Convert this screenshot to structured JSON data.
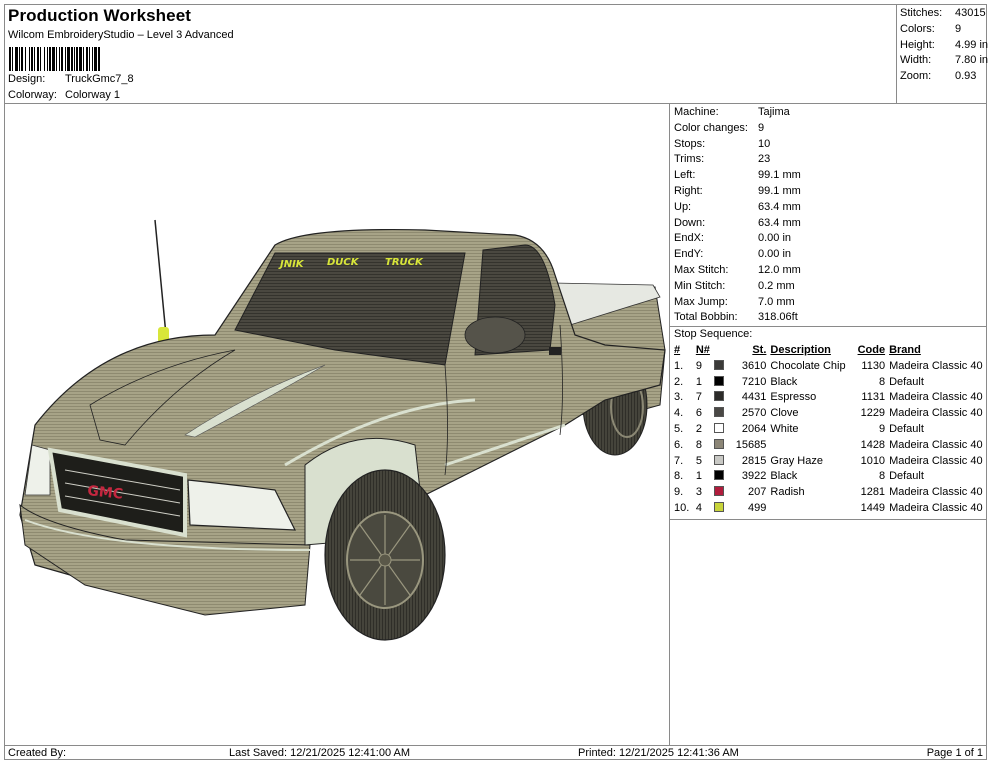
{
  "header": {
    "title": "Production Worksheet",
    "subtitle": "Wilcom EmbroideryStudio – Level 3 Advanced",
    "design_label": "Design:",
    "design_value": "TruckGmc7_8",
    "colorway_label": "Colorway:",
    "colorway_value": "Colorway 1"
  },
  "stats": {
    "stitches_label": "Stitches:",
    "stitches": "43015",
    "colors_label": "Colors:",
    "colors": "9",
    "height_label": "Height:",
    "height": "4.99 in",
    "width_label": "Width:",
    "width": "7.80 in",
    "zoom_label": "Zoom:",
    "zoom": "0.93"
  },
  "machine_info": [
    {
      "label": "Machine:",
      "value": "Tajima"
    },
    {
      "label": "Color changes:",
      "value": "9"
    },
    {
      "label": "Stops:",
      "value": "10"
    },
    {
      "label": "Trims:",
      "value": "23"
    },
    {
      "label": "Left:",
      "value": "99.1 mm"
    },
    {
      "label": "Right:",
      "value": "99.1 mm"
    },
    {
      "label": "Up:",
      "value": "63.4 mm"
    },
    {
      "label": "Down:",
      "value": "63.4 mm"
    },
    {
      "label": "EndX:",
      "value": "0.00 in"
    },
    {
      "label": "EndY:",
      "value": "0.00 in"
    },
    {
      "label": "Max Stitch:",
      "value": "12.0 mm"
    },
    {
      "label": "Min Stitch:",
      "value": "0.2 mm"
    },
    {
      "label": "Max Jump:",
      "value": "7.0 mm"
    },
    {
      "label": "Total Bobbin:",
      "value": "318.06ft"
    }
  ],
  "stop_sequence": {
    "title": "Stop Sequence:",
    "columns": {
      "idx": "#",
      "n": "N#",
      "st": "St.",
      "desc": "Description",
      "code": "Code",
      "brand": "Brand"
    },
    "rows": [
      {
        "idx": "1.",
        "n": "9",
        "color": "#3b3a38",
        "st": "3610",
        "desc": "Chocolate Chip",
        "code": "1130",
        "brand": "Madeira Classic 40"
      },
      {
        "idx": "2.",
        "n": "1",
        "color": "#000000",
        "st": "7210",
        "desc": "Black",
        "code": "8",
        "brand": "Default"
      },
      {
        "idx": "3.",
        "n": "7",
        "color": "#2c2b29",
        "st": "4431",
        "desc": "Espresso",
        "code": "1131",
        "brand": "Madeira Classic 40"
      },
      {
        "idx": "4.",
        "n": "6",
        "color": "#4a4845",
        "st": "2570",
        "desc": "Clove",
        "code": "1229",
        "brand": "Madeira Classic 40"
      },
      {
        "idx": "5.",
        "n": "2",
        "color": "#ffffff",
        "st": "2064",
        "desc": "White",
        "code": "9",
        "brand": "Default"
      },
      {
        "idx": "6.",
        "n": "8",
        "color": "#8c8677",
        "st": "15685",
        "desc": "",
        "code": "1428",
        "brand": "Madeira Classic 40"
      },
      {
        "idx": "7.",
        "n": "5",
        "color": "#c8c8c4",
        "st": "2815",
        "desc": "Gray Haze",
        "code": "1010",
        "brand": "Madeira Classic 40"
      },
      {
        "idx": "8.",
        "n": "1",
        "color": "#000000",
        "st": "3922",
        "desc": "Black",
        "code": "8",
        "brand": "Default"
      },
      {
        "idx": "9.",
        "n": "3",
        "color": "#b01c3c",
        "st": "207",
        "desc": "Radish",
        "code": "1281",
        "brand": "Madeira Classic 40"
      },
      {
        "idx": "10.",
        "n": "4",
        "color": "#c8d43a",
        "st": "499",
        "desc": "",
        "code": "1449",
        "brand": "Madeira Classic 40"
      }
    ]
  },
  "design_preview": {
    "windshield_text": [
      "JNIK",
      "DUCK",
      "TRUCK"
    ],
    "grille_badge": "GMC",
    "body_color": "#a29e84",
    "dark_color": "#3c3b34",
    "highlight_color": "#d9e0cf"
  },
  "footer": {
    "created_by": "Created By:",
    "last_saved": "Last Saved: 12/21/2025 12:41:00 AM",
    "printed": "Printed: 12/21/2025 12:41:36 AM",
    "page": "Page 1 of 1"
  }
}
